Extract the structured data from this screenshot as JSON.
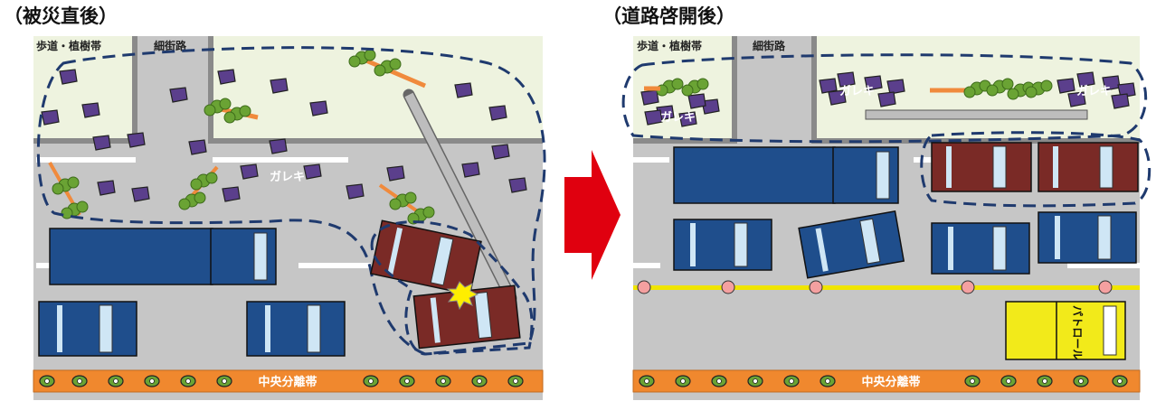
{
  "titles": {
    "before": "（被災直後）",
    "after": "（道路啓開後）"
  },
  "labels": {
    "sidewalk": "歩道・植樹帯",
    "side_street": "細街路",
    "rubble": "ガレキ",
    "median": "中央分離帯",
    "patrol": "パトロール"
  },
  "colors": {
    "sidewalk": "#eef3df",
    "road": "#c6c6c6",
    "curb": "#8a8a8a",
    "truck": "#1f4e8c",
    "car": "#1f4e8c",
    "damaged_car": "#7a2a26",
    "rubble": "#5b3f8c",
    "tree": "#6aa334",
    "trunk": "#f08a3c",
    "median": "#f0882e",
    "dashed_outline": "#1f3a6e",
    "arrow": "#e0000f",
    "patrol_car": "#f2ea1a",
    "yellow_line": "#f0e500"
  }
}
